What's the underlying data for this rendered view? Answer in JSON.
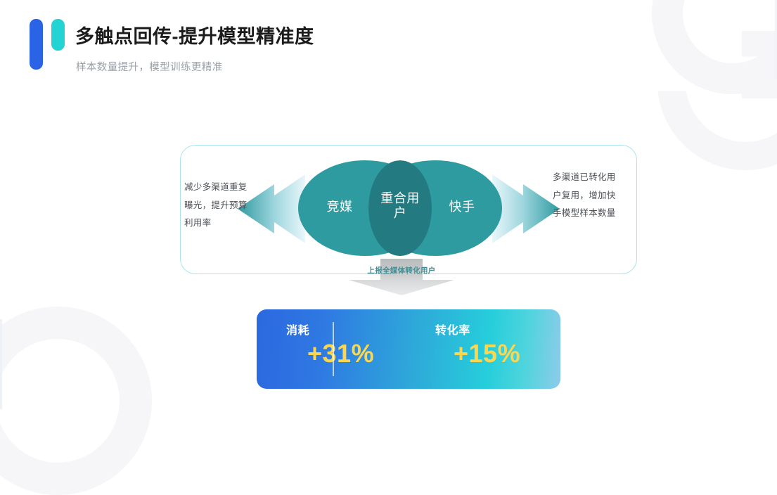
{
  "header": {
    "title": "多触点回传-提升模型精准度",
    "subtitle": "样本数量提升，模型训练更精准",
    "logo_blue": "#2a63e6",
    "logo_cyan": "#23d4d2"
  },
  "diagram": {
    "left_note": "减少多渠道重复曝光，提升预算利用率",
    "right_note": "多渠道已转化用户复用，增加快手模型样本数量",
    "venn": {
      "left_label": "竞媒",
      "right_label": "快手",
      "overlap_label": "重合用户",
      "circle_color": "#2d9ba0",
      "overlap_color": "#237b81"
    },
    "down_arrow_label": "上报全媒体转化用户",
    "panel_border_color": "#a9e3ec"
  },
  "banner": {
    "stats": [
      {
        "label": "消耗",
        "value": "+31%"
      },
      {
        "label": "转化率",
        "value": "+15%"
      }
    ],
    "gradient_start": "#2b68e0",
    "gradient_mid": "#26cedb",
    "gradient_end": "#8ecbe9",
    "value_color": "#fcd64f"
  }
}
